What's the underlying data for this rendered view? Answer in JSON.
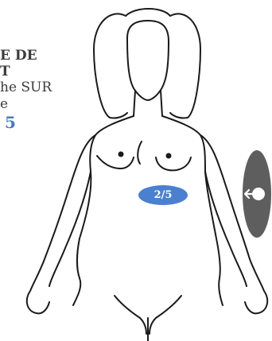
{
  "instructions": {
    "line1": "E DE",
    "line2": "T",
    "line3": "he SUR",
    "line4": "e",
    "step": "5"
  },
  "progress": {
    "label": "2/5",
    "current": 2,
    "total": 5
  },
  "colors": {
    "accent": "#4a80cf",
    "step_text": "#4a78c0",
    "indicator": "#5e5e5e",
    "outline": "#1a1a1a"
  },
  "icons": {
    "direction_marker": "arrow-left-circle-icon"
  }
}
